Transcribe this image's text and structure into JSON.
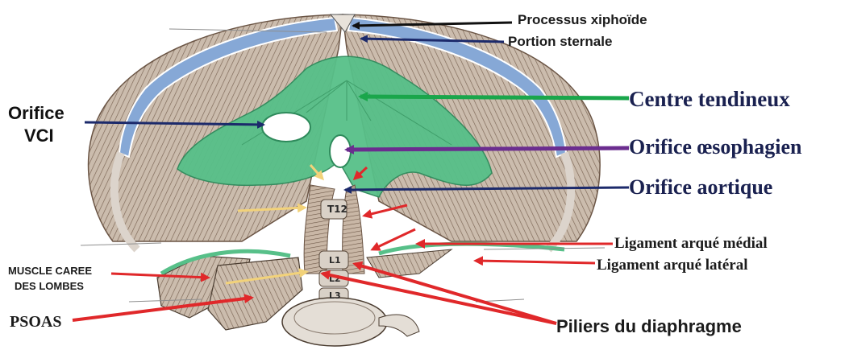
{
  "labels": {
    "processus_xiphoide": "Processus xiphoïde",
    "portion_sternale": "Portion sternale",
    "orifice_vci_line1": "Orifice",
    "orifice_vci_line2": "VCI",
    "centre_tendineux": "Centre tendineux",
    "orifice_oesophagien": "Orifice œsophagien",
    "orifice_aortique": "Orifice aortique",
    "ligament_arque_medial": "Ligament arqué médial",
    "ligament_arque_lateral": "Ligament arqué latéral",
    "muscle_caree_line1": "MUSCLE CAREE",
    "muscle_caree_line2": "DES LOMBES",
    "psoas": "PSOAS",
    "piliers": "Piliers du diaphragme"
  },
  "vertebrae": [
    "T12",
    "L1",
    "L2",
    "L3"
  ],
  "colors": {
    "black_arrow": "#111111",
    "navy_arrow": "#1c2a6b",
    "green_arrow": "#1aa64b",
    "purple_arrow": "#6b2d8f",
    "red_arrow": "#e0282a",
    "yellow_arrow": "#f2d27a",
    "tendon_green": "#57c089",
    "muscle": "#c7b8a8",
    "muscle_line": "#6f5a4a",
    "vessel_blue": "#86a8d6"
  }
}
